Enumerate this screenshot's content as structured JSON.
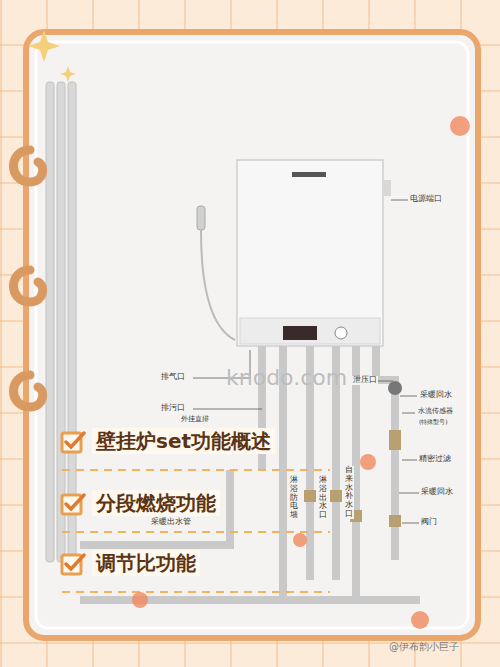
{
  "diagram": {
    "nodes": [
      {
        "text": [
          "壁挂炉set功能概述"
        ]
      },
      {
        "text": [
          "分段燃烧功能"
        ]
      },
      {
        "text": [
          "调节比功能"
        ]
      }
    ],
    "labels": [
      "电源端口",
      "泄压口",
      "采暖回水",
      "水流传感器",
      "(特殊型号)",
      "精密过滤",
      "采暖回水",
      "阀门",
      "排气口",
      "排污口",
      "外挂直排",
      "采暖出水管",
      "淋浴防电墙",
      "淋浴出水口",
      "自来水补水口",
      "knodo.com",
      "@伊布韵小巨子"
    ]
  }
}
